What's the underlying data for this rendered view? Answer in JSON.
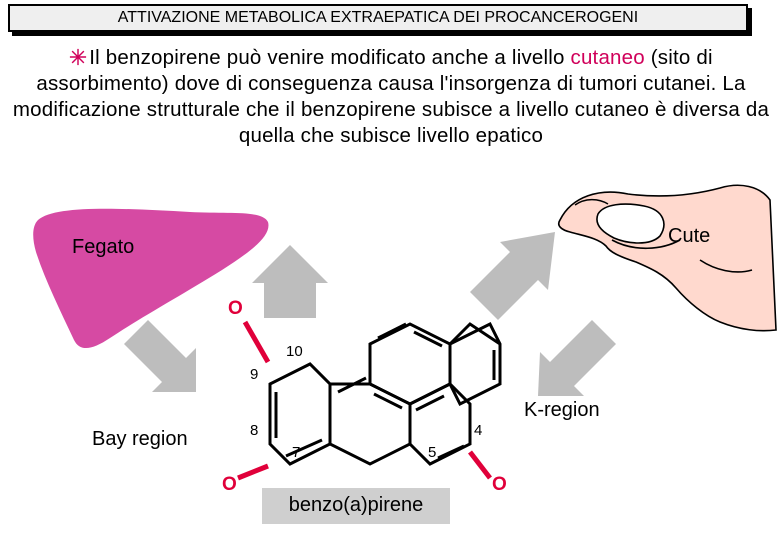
{
  "title": "ATTIVAZIONE METABOLICA EXTRAEPATICA DEI PROCANCEROGENI",
  "paragraph": {
    "before": "Il benzopirene può venire modificato anche a livello ",
    "highlight": "cutaneo",
    "after": " (sito di assorbimento) dove di conseguenza causa l'insorgenza di tumori cutanei. La modificazione strutturale che il benzopirene subisce a livello cutaneo è diversa da quella che subisce livello epatico"
  },
  "labels": {
    "liver": "Fegato",
    "skin": "Cute",
    "bay_region": "Bay region",
    "k_region": "K-region",
    "molecule": "benzo(a)pirene"
  },
  "positions": {
    "p10": "10",
    "p9": "9",
    "p8": "8",
    "p7": "7",
    "p5": "5",
    "p4": "4"
  },
  "oxygen": {
    "o1": "O",
    "o2": "O",
    "o3": "O"
  },
  "colors": {
    "liver": "#d64aa3",
    "oxygen_bond": "#e0003a",
    "arrow": "#bdbdbd",
    "highlight": "#d0005a"
  }
}
